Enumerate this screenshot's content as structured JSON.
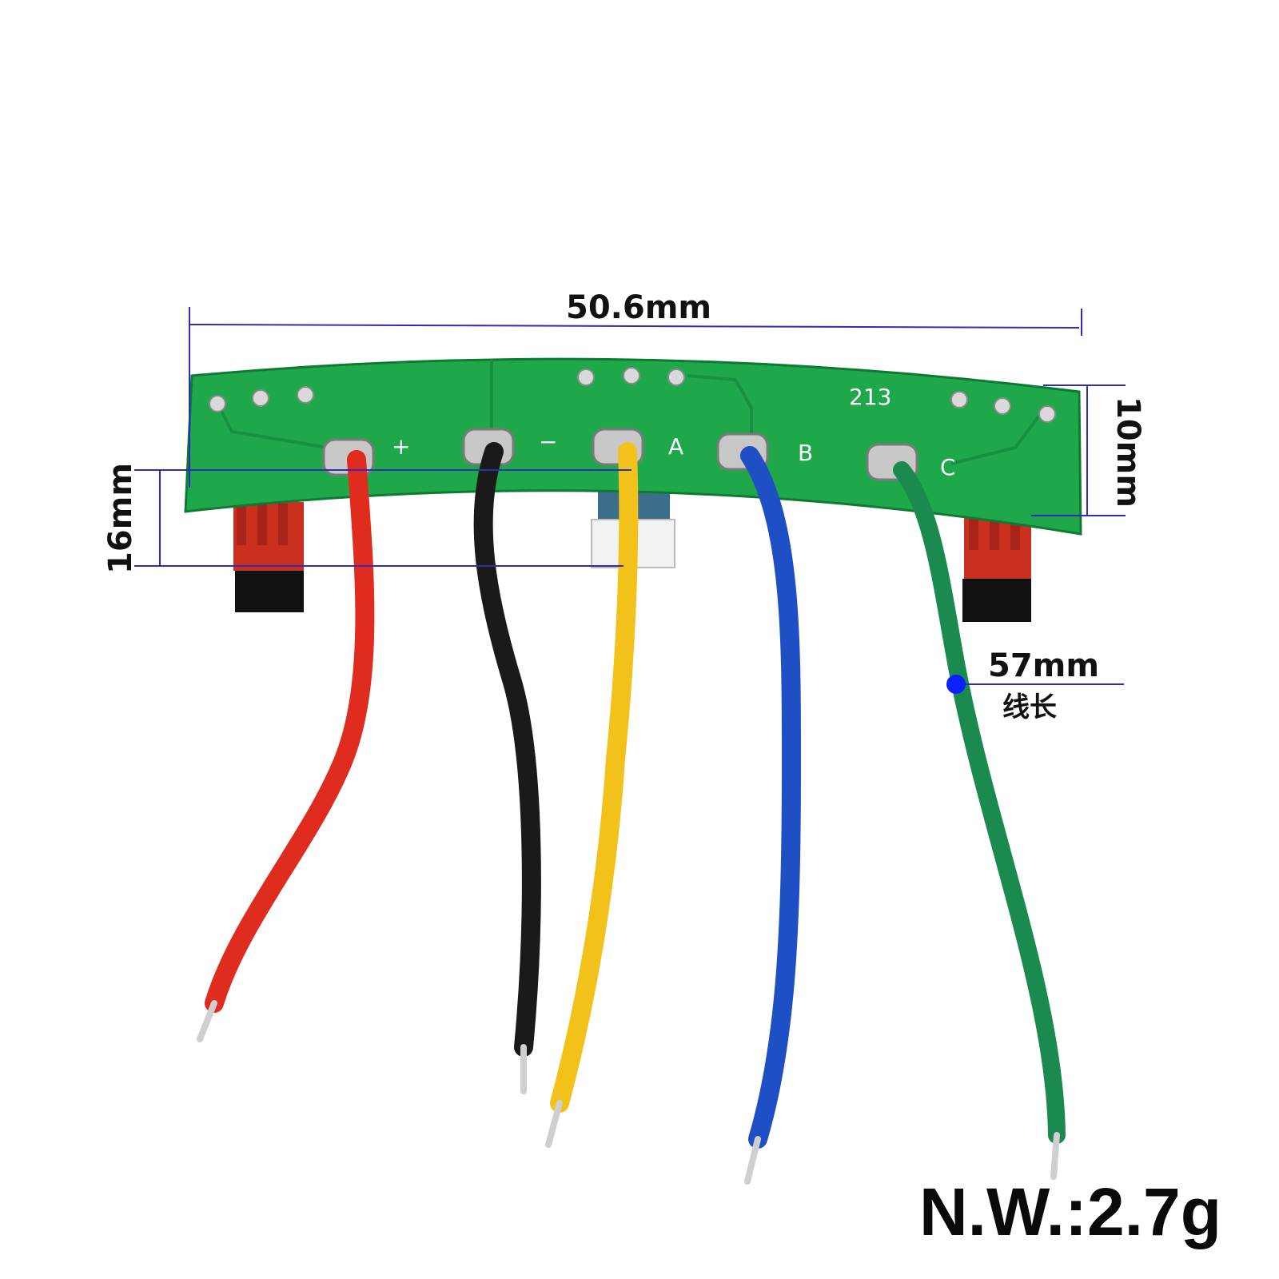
{
  "dimensions": {
    "width": "50.6mm",
    "height_small": "10mm",
    "height_connector": "16mm",
    "wire_length": "57mm",
    "wire_length_caption": "线长"
  },
  "board": {
    "code": "213",
    "pads": [
      "+",
      "−",
      "A",
      "B",
      "C"
    ]
  },
  "net_weight": "N.W.:2.7g",
  "colors": {
    "pcb": "#1fa84a",
    "pcb_dark": "#0f7a33",
    "dimension_line": "#2d2db8",
    "marker": "#0a1fff",
    "wire_red": "#e02b1f",
    "wire_black": "#1a1a1a",
    "wire_yellow": "#f2c21b",
    "wire_blue": "#1f4fc4",
    "wire_green": "#1a8a4f",
    "connector_red": "#c9301f"
  }
}
